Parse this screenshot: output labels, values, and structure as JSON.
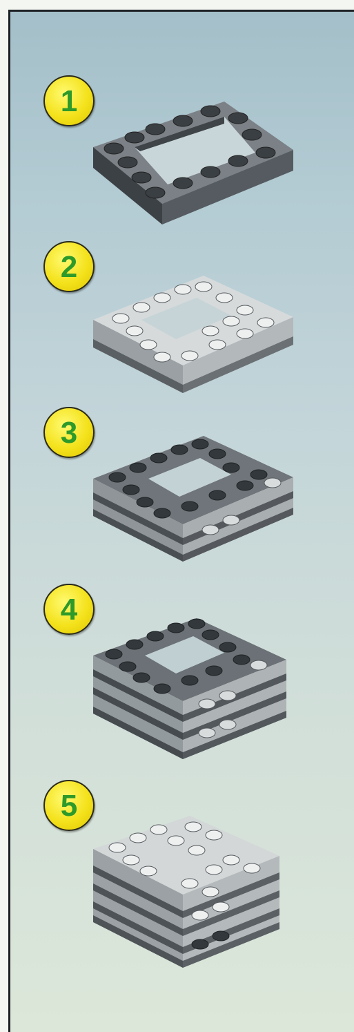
{
  "steps": [
    {
      "number": "1",
      "icon": "lego-dark-frame-plate"
    },
    {
      "number": "2",
      "icon": "lego-light-bricks-layer"
    },
    {
      "number": "3",
      "icon": "lego-dark-plate-layer"
    },
    {
      "number": "4",
      "icon": "lego-dark-frame-stack"
    },
    {
      "number": "5",
      "icon": "lego-light-brick-stack"
    }
  ],
  "colors": {
    "badge_fill": "#f4e21c",
    "badge_number": "#2d9a2a",
    "dark_brick": "#5b6166",
    "light_brick": "#c7cccd"
  }
}
